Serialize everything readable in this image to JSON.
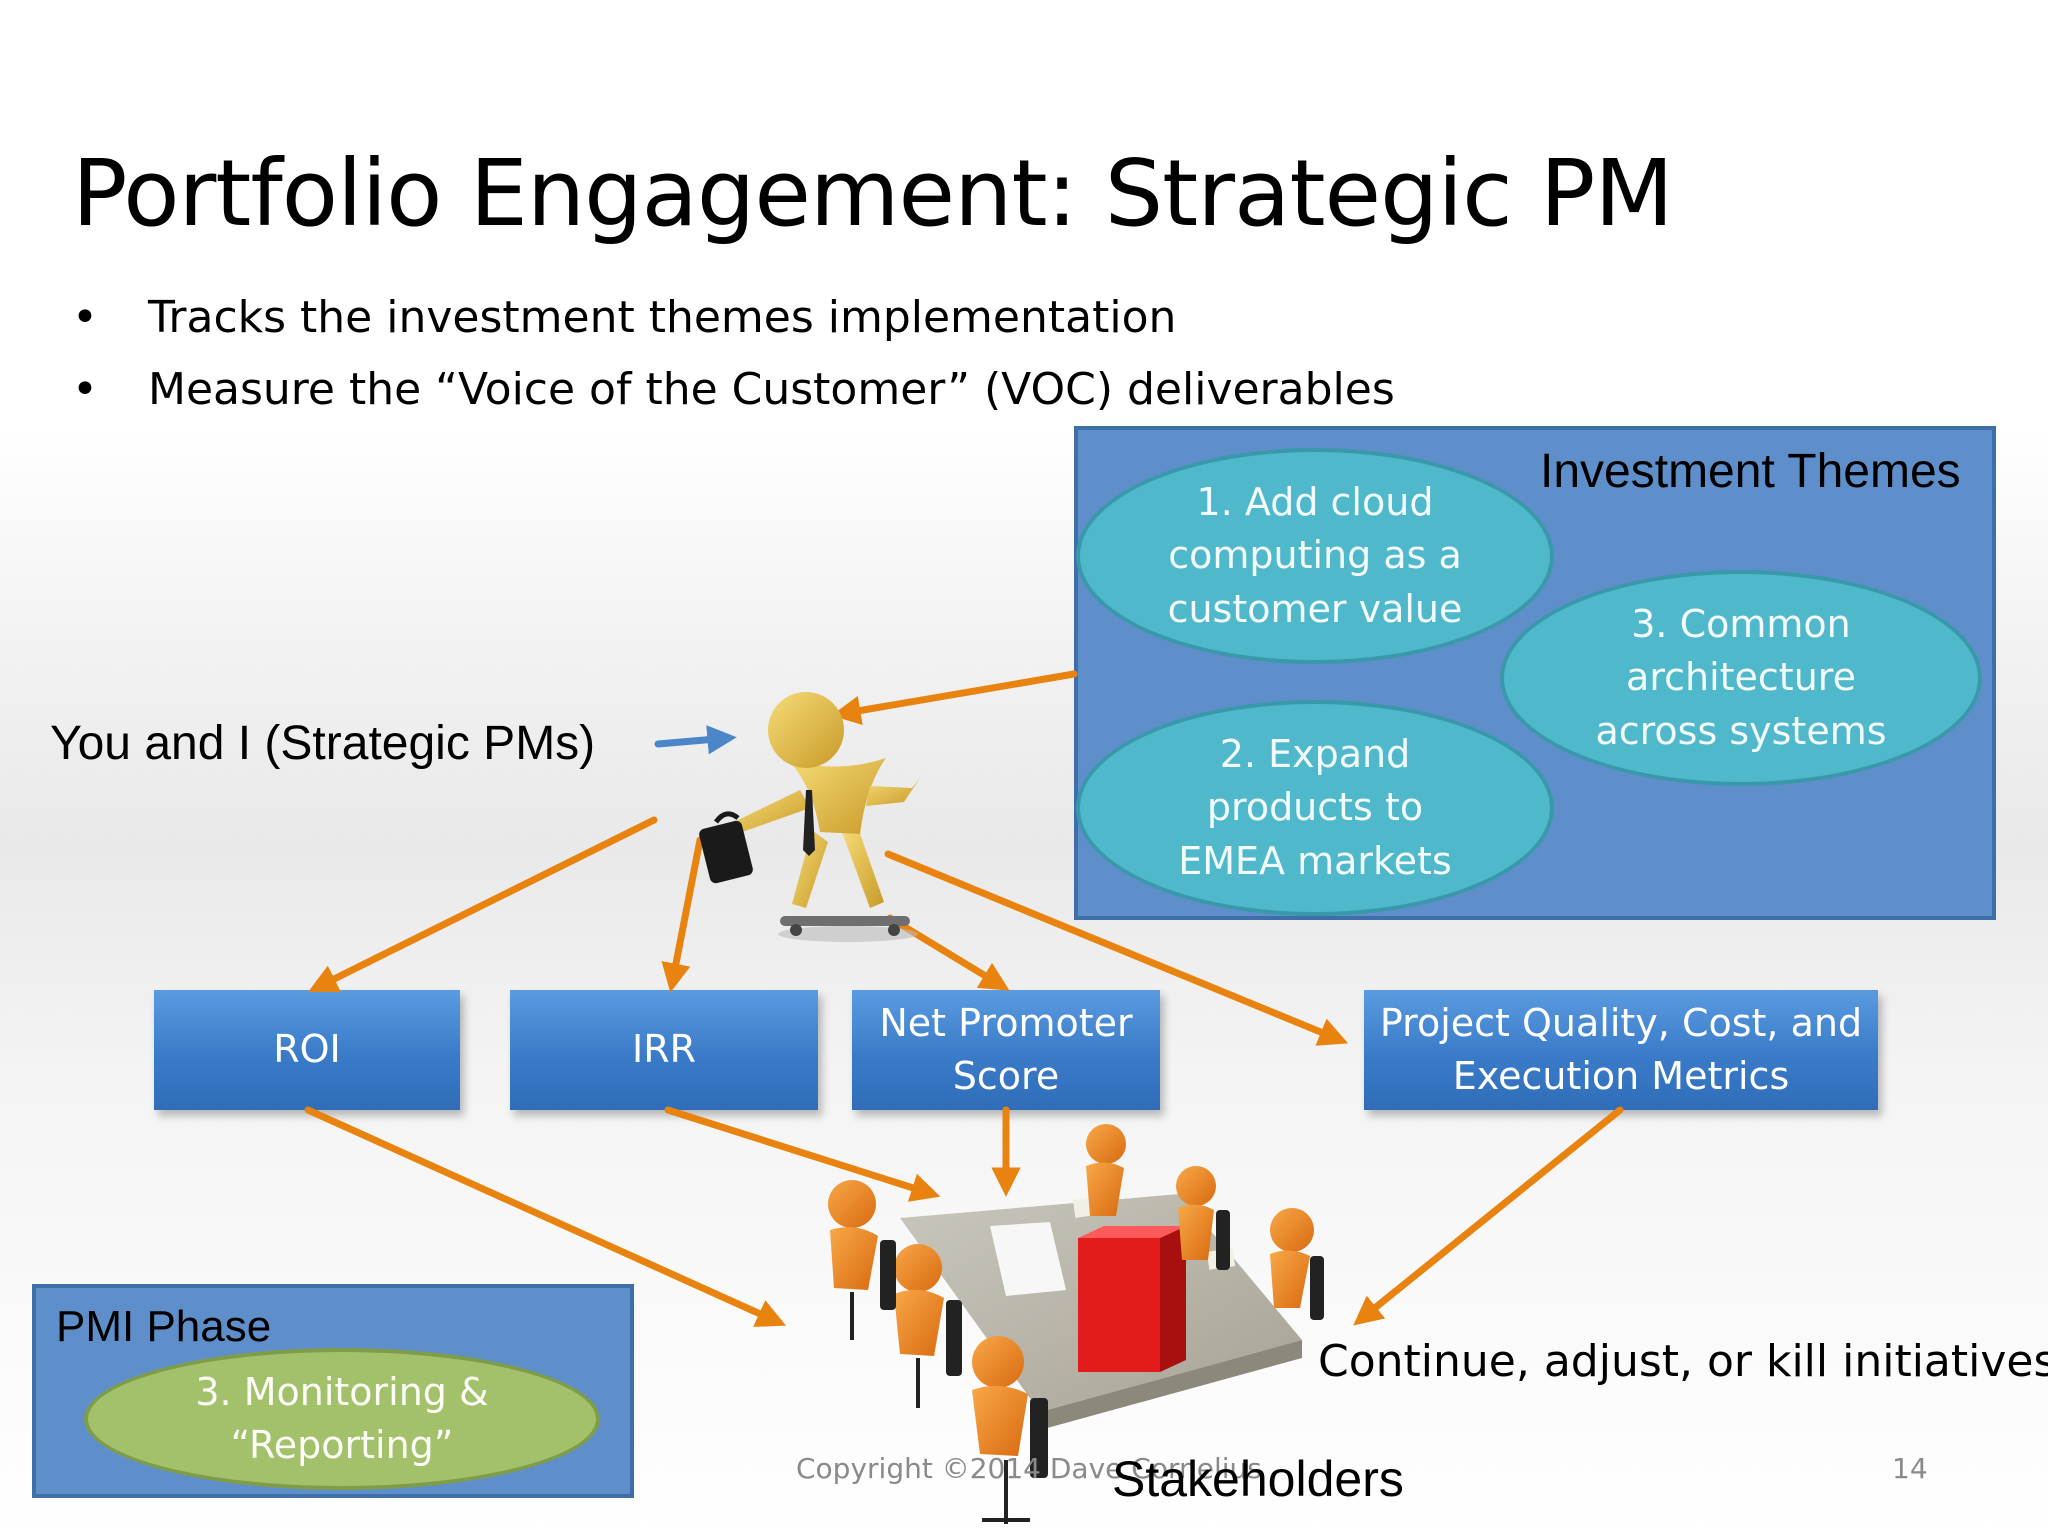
{
  "slide": {
    "title": "Portfolio Engagement: Strategic PM",
    "bullets": [
      "Tracks the investment themes implementation",
      "Measure the “Voice of the Customer” (VOC) deliverables"
    ],
    "bullet_glyph": "•"
  },
  "investment_themes": {
    "title": "Investment Themes",
    "themes": [
      "1. Add cloud computing as a customer value",
      "2. Expand products to EMEA markets",
      "3. Common architecture across systems"
    ]
  },
  "strategic_pm": {
    "label": "You and I (Strategic PMs)",
    "figure_icon": "businessman-skateboard-icon"
  },
  "metrics": [
    "ROI",
    "IRR",
    "Net Promoter Score",
    "Project Quality, Cost, and Execution Metrics"
  ],
  "pmi_phase": {
    "title": "PMI Phase",
    "phase": "3. Monitoring & “Reporting”"
  },
  "outcome": {
    "text": "Continue, adjust, or kill initiatives"
  },
  "stakeholders": {
    "label": "Stakeholders",
    "figure_icon": "meeting-table-icon"
  },
  "footer": {
    "copyright": "Copyright ©2014 Dave Cornelius",
    "page_number": "14"
  },
  "colors": {
    "arrow": "#e8830f",
    "arrow_blue": "#4a86c8",
    "theme_box": "#5f8fcb",
    "ellipse": "#4fb8cb",
    "metric_box": "#3a7bc8",
    "pmi_ellipse": "#a3c06b",
    "figure_gold": "#e0b43a",
    "figure_orange": "#f08a24",
    "bar_red": "#e02020"
  }
}
